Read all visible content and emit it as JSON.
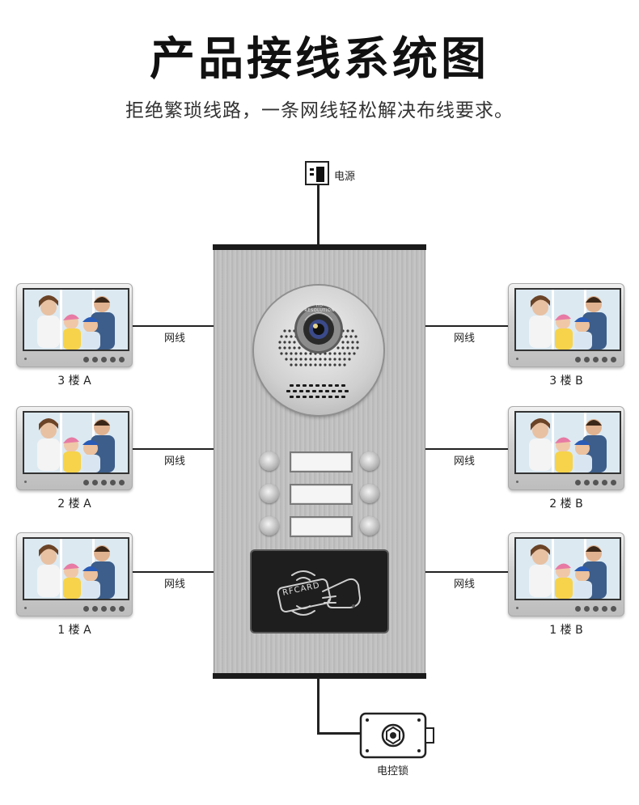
{
  "header": {
    "title": "产品接线系统图",
    "subtitle": "拒绝繁琐线路，一条网线轻松解决布线要求。"
  },
  "power": {
    "label": "电源",
    "icon": "power-socket-icon"
  },
  "lock": {
    "label": "电控锁",
    "icon": "electric-lock-icon"
  },
  "panel": {
    "rfcard_label": "RFCARD",
    "camera_text": "HD RESOLUTION"
  },
  "monitors_left": [
    {
      "floor": "3 楼 A",
      "wire_label": "网线"
    },
    {
      "floor": "2 楼 A",
      "wire_label": "网线"
    },
    {
      "floor": "1 楼 A",
      "wire_label": "网线"
    }
  ],
  "monitors_right": [
    {
      "floor": "3 楼 B",
      "wire_label": "网线"
    },
    {
      "floor": "2 楼 B",
      "wire_label": "网线"
    },
    {
      "floor": "1 楼 B",
      "wire_label": "网线"
    }
  ],
  "colors": {
    "wire": "#222222",
    "panel_metal": "#c4c4c4",
    "rf_plate": "#1e1e1e"
  }
}
